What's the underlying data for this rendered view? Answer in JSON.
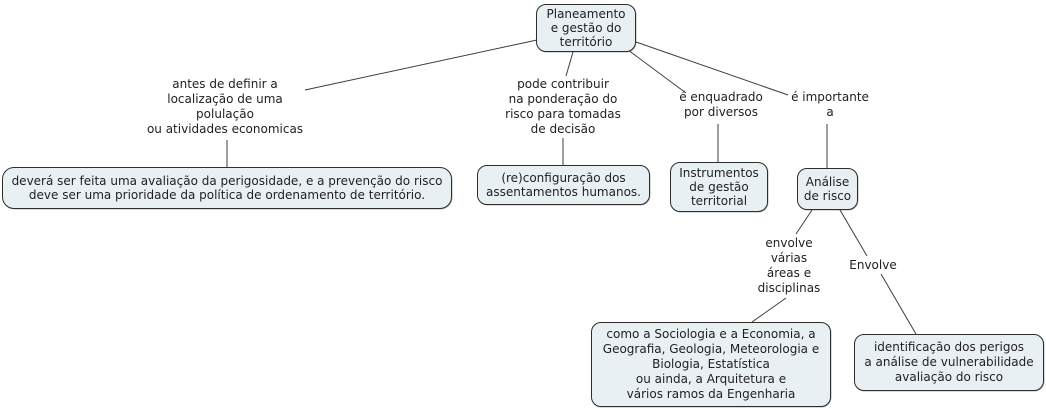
{
  "title": "Concept map: Planeamento e gestão do território",
  "colors": {
    "canvas": "#ffffff",
    "node_fill": "#e9f0f4",
    "node_border": "#2d2d2d",
    "line": "#3d3d3d",
    "text": "#1f1f1f"
  },
  "nodes": {
    "root": "Planeamento\ne gestão do\nterritório",
    "hazard_assessment": "deverá ser feita uma avaliação da perigosidade, e a prevenção do risco\ndeve ser uma prioridade da política de ordenamento de território.",
    "reconfiguration": "(re)configuração dos\nassentamentos humanos.",
    "instruments": "Instrumentos\nde gestão\nterritorial",
    "risk_analysis": "Análise\nde risco",
    "disciplines": "como a Sociologia e a Economia, a\nGeografia,  Geologia, Meteorologia e\nBiologia, Estatística\nou ainda, a Arquitetura e\nvários ramos da Engenharia",
    "risk_steps": "identificação dos perigos\na análise de vulnerabilidade\navaliação do risco"
  },
  "links": {
    "before_defining": "antes de definir a\nlocalização de uma\npolulação\nou atividades economicas",
    "can_contribute": "pode contribuir\nna ponderação do\nrisco para tomadas\nde decisão",
    "framed_by": "é enquadrado\npor diversos",
    "important_to": "é importante\na",
    "involves_areas": "envolve\nvárias\náreas e\ndisciplinas",
    "involves": "Envolve"
  }
}
